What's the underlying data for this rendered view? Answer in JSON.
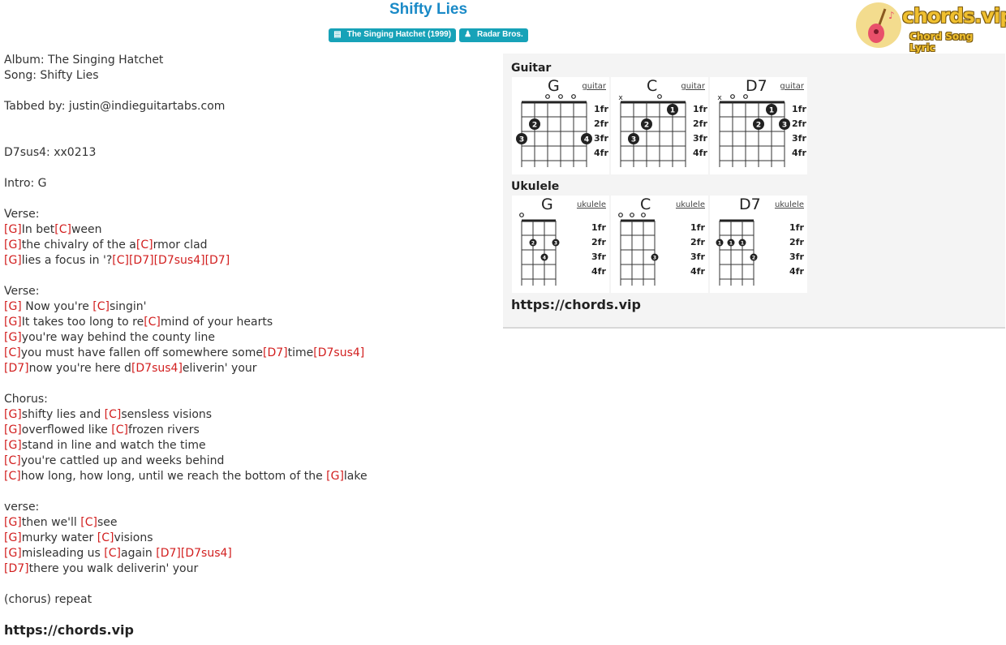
{
  "header": {
    "title": "Shifty Lies",
    "album_badge": "The Singing Hatchet (1999)",
    "artist_badge": "Radar Bros."
  },
  "logo": {
    "word": "chords.vip",
    "tagline": "Chord Song Lyric"
  },
  "colors": {
    "accent": "#1a8ac7",
    "badge": "#17a2b8",
    "chord": "#d21f1f",
    "logo": "#f0c030"
  },
  "sheet": [
    [
      {
        "t": "Album: The Singing Hatchet"
      }
    ],
    [
      {
        "t": "Song: Shifty Lies"
      }
    ],
    [],
    [
      {
        "t": "Tabbed by: justin@indieguitartabs.com"
      }
    ],
    [],
    [],
    [
      {
        "t": "D7sus4: xx0213"
      }
    ],
    [],
    [
      {
        "t": "Intro: G"
      }
    ],
    [],
    [
      {
        "t": "Verse:"
      }
    ],
    [
      {
        "c": "[G]"
      },
      {
        "t": "In bet"
      },
      {
        "c": "[C]"
      },
      {
        "t": "ween"
      }
    ],
    [
      {
        "c": "[G]"
      },
      {
        "t": "the chivalry of the a"
      },
      {
        "c": "[C]"
      },
      {
        "t": "rmor clad"
      }
    ],
    [
      {
        "c": "[G]"
      },
      {
        "t": "lies a focus in '?"
      },
      {
        "c": "[C]"
      },
      {
        "c": "[D7]"
      },
      {
        "c": "[D7sus4]"
      },
      {
        "c": "[D7]"
      }
    ],
    [],
    [
      {
        "t": "Verse:"
      }
    ],
    [
      {
        "c": "[G]"
      },
      {
        "t": " Now you're "
      },
      {
        "c": "[C]"
      },
      {
        "t": "singin'"
      }
    ],
    [
      {
        "c": "[G]"
      },
      {
        "t": "It takes too long to re"
      },
      {
        "c": "[C]"
      },
      {
        "t": "mind of your hearts"
      }
    ],
    [
      {
        "c": "[G]"
      },
      {
        "t": "you're way behind the county line"
      }
    ],
    [
      {
        "c": "[C]"
      },
      {
        "t": "you must have fallen off somewhere some"
      },
      {
        "c": "[D7]"
      },
      {
        "t": "time"
      },
      {
        "c": "[D7sus4]"
      }
    ],
    [
      {
        "c": "[D7]"
      },
      {
        "t": "now you're here d"
      },
      {
        "c": "[D7sus4]"
      },
      {
        "t": "eliverin' your"
      }
    ],
    [],
    [
      {
        "t": "Chorus:"
      }
    ],
    [
      {
        "c": "[G]"
      },
      {
        "t": "shifty lies and "
      },
      {
        "c": "[C]"
      },
      {
        "t": "sensless visions"
      }
    ],
    [
      {
        "c": "[G]"
      },
      {
        "t": "overflowed like "
      },
      {
        "c": "[C]"
      },
      {
        "t": "frozen rivers"
      }
    ],
    [
      {
        "c": "[G]"
      },
      {
        "t": "stand in line and watch the time"
      }
    ],
    [
      {
        "c": "[C]"
      },
      {
        "t": "you're cattled up and weeks behind"
      }
    ],
    [
      {
        "c": "[C]"
      },
      {
        "t": "how long, how long, until we reach the bottom of the "
      },
      {
        "c": "[G]"
      },
      {
        "t": "lake"
      }
    ],
    [],
    [
      {
        "t": "verse:"
      }
    ],
    [
      {
        "c": "[G]"
      },
      {
        "t": "then we'll "
      },
      {
        "c": "[C]"
      },
      {
        "t": "see"
      }
    ],
    [
      {
        "c": "[G]"
      },
      {
        "t": "murky water "
      },
      {
        "c": "[C]"
      },
      {
        "t": "visions"
      }
    ],
    [
      {
        "c": "[G]"
      },
      {
        "t": "misleading us "
      },
      {
        "c": "[C]"
      },
      {
        "t": "again "
      },
      {
        "c": "[D7]"
      },
      {
        "c": "[D7sus4]"
      }
    ],
    [
      {
        "c": "[D7]"
      },
      {
        "t": "there you walk deliverin' your"
      }
    ],
    [],
    [
      {
        "t": "(chorus) repeat"
      }
    ]
  ],
  "footer_url": "https://chords.vip",
  "panel": {
    "guitar_title": "Guitar",
    "ukulele_title": "Ukulele",
    "url": "https://chords.vip",
    "fret_labels": [
      "1fr",
      "2fr",
      "3fr",
      "4fr"
    ],
    "guitar": [
      {
        "name": "G",
        "link": "guitar",
        "marks": [
          "",
          "",
          "o",
          "o",
          "o",
          ""
        ],
        "dots": [
          {
            "s": 1,
            "f": 2,
            "n": "2"
          },
          {
            "s": 0,
            "f": 3,
            "n": "3"
          },
          {
            "s": 5,
            "f": 3,
            "n": "4"
          }
        ]
      },
      {
        "name": "C",
        "link": "guitar",
        "marks": [
          "x",
          "",
          "",
          "o",
          "",
          ""
        ],
        "dots": [
          {
            "s": 4,
            "f": 1,
            "n": "1"
          },
          {
            "s": 2,
            "f": 2,
            "n": "2"
          },
          {
            "s": 1,
            "f": 3,
            "n": "3"
          }
        ]
      },
      {
        "name": "D7",
        "link": "guitar",
        "marks": [
          "x",
          "o",
          "o",
          "",
          "",
          ""
        ],
        "dots": [
          {
            "s": 4,
            "f": 1,
            "n": "1"
          },
          {
            "s": 3,
            "f": 2,
            "n": "2"
          },
          {
            "s": 5,
            "f": 2,
            "n": "3"
          }
        ]
      }
    ],
    "ukulele": [
      {
        "name": "G",
        "link": "ukulele",
        "marks": [
          "o",
          "",
          "",
          ""
        ],
        "dots": [
          {
            "s": 1,
            "f": 2,
            "n": "2"
          },
          {
            "s": 3,
            "f": 2,
            "n": "3"
          },
          {
            "s": 2,
            "f": 3,
            "n": "4"
          }
        ]
      },
      {
        "name": "C",
        "link": "ukulele",
        "marks": [
          "o",
          "o",
          "o",
          ""
        ],
        "dots": [
          {
            "s": 3,
            "f": 3,
            "n": "3"
          }
        ]
      },
      {
        "name": "D7",
        "link": "ukulele",
        "marks": [
          "",
          "",
          "",
          ""
        ],
        "dots": [
          {
            "s": 0,
            "f": 2,
            "n": "1"
          },
          {
            "s": 1,
            "f": 2,
            "n": "1"
          },
          {
            "s": 2,
            "f": 2,
            "n": "1"
          },
          {
            "s": 3,
            "f": 3,
            "n": "2"
          }
        ]
      }
    ]
  }
}
